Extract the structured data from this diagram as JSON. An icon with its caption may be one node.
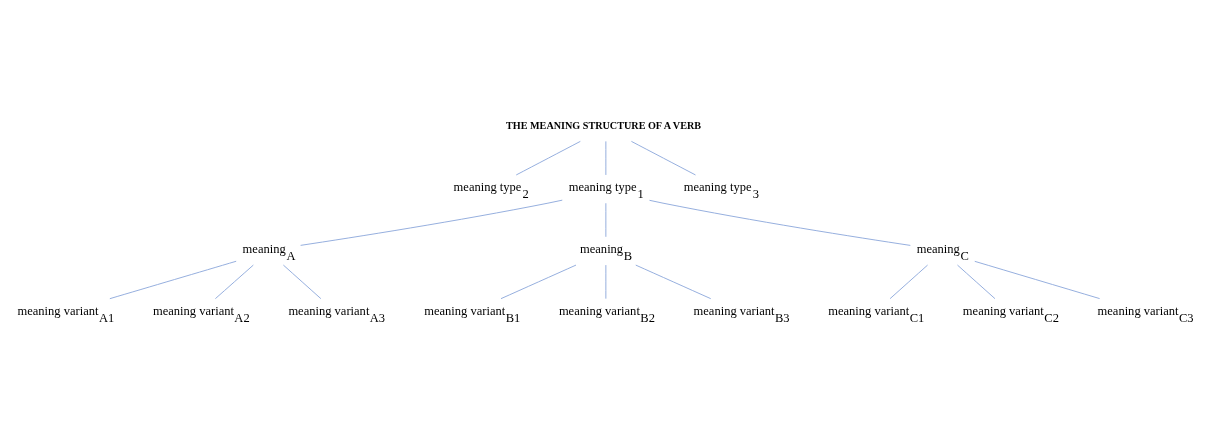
{
  "diagram": {
    "nodes": [
      {
        "text": [
          "THE MEANING STRUCTURE OF A VERB"
        ]
      },
      {
        "text": [
          "meaning type$_{2}$"
        ]
      },
      {
        "text": [
          "meaning type$_{1}$"
        ]
      },
      {
        "text": [
          "meaning type$_{3}$"
        ]
      },
      {
        "text": [
          "meaning$_{A}$"
        ]
      },
      {
        "text": [
          "meaning$_{B}$"
        ]
      },
      {
        "text": [
          "meaning$_{C}$"
        ]
      },
      {
        "text": [
          "meaning variant$_{A1}$"
        ]
      },
      {
        "text": [
          "meaning variant$_{A2}$"
        ]
      },
      {
        "text": [
          "meaning variant$_{A3}$"
        ]
      },
      {
        "text": [
          "meaning variant$_{B1}$"
        ]
      },
      {
        "text": [
          "meaning variant$_{B2}$"
        ]
      },
      {
        "text": [
          "meaning variant$_{B3}$"
        ]
      },
      {
        "text": [
          "meaning variant$_{C1}$"
        ]
      },
      {
        "text": [
          "meaning variant$_{C2}$"
        ]
      },
      {
        "text": [
          "meaning variant$_{C3}$"
        ]
      }
    ],
    "edges": [
      {
        "from": 0,
        "to": 1,
        "arrow": "none"
      },
      {
        "from": 0,
        "to": 2,
        "arrow": "none"
      },
      {
        "from": 0,
        "to": 3,
        "arrow": "none"
      },
      {
        "from": 2,
        "to": 4,
        "arrow": "none"
      },
      {
        "from": 2,
        "to": 5,
        "arrow": "none"
      },
      {
        "from": 2,
        "to": 6,
        "arrow": "none"
      },
      {
        "from": 4,
        "to": 7,
        "arrow": "none"
      },
      {
        "from": 4,
        "to": 8,
        "arrow": "none"
      },
      {
        "from": 4,
        "to": 9,
        "arrow": "none"
      },
      {
        "from": 5,
        "to": 10,
        "arrow": "none"
      },
      {
        "from": 5,
        "to": 11,
        "arrow": "none"
      },
      {
        "from": 5,
        "to": 12,
        "arrow": "none"
      },
      {
        "from": 6,
        "to": 13,
        "arrow": "none"
      },
      {
        "from": 6,
        "to": 14,
        "arrow": "none"
      },
      {
        "from": 6,
        "to": 15,
        "arrow": "none"
      }
    ]
  }
}
